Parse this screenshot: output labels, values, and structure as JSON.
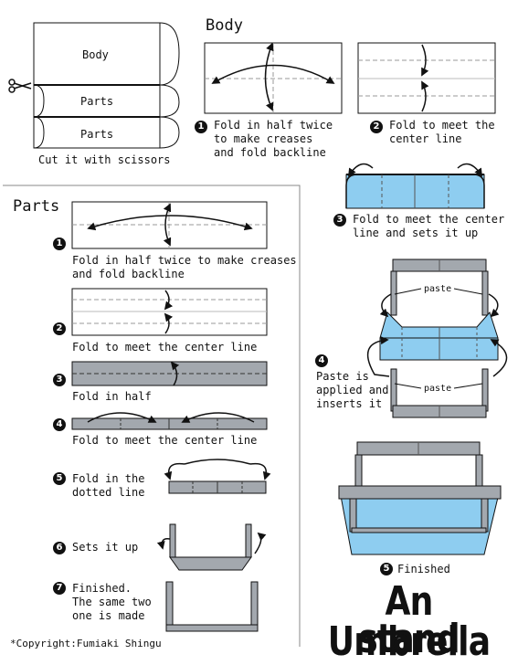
{
  "intro": {
    "label_body": "Body",
    "label_parts_1": "Parts",
    "label_parts_2": "Parts",
    "caption": "Cut it with scissors",
    "scissors_icon": "scissors-icon"
  },
  "body_section": {
    "heading": "Body",
    "steps": [
      {
        "number": "1",
        "text": "Fold in half twice\nto make creases\nand fold backline"
      },
      {
        "number": "2",
        "text": "Fold to meet the\ncenter line"
      },
      {
        "number": "3",
        "text": "Fold to meet the center\nline and sets it up"
      },
      {
        "number": "4",
        "text": "Paste is\napplied and\ninserts it"
      },
      {
        "number": "5",
        "text": "Finished"
      }
    ],
    "paste_label_1": "paste",
    "paste_label_2": "paste"
  },
  "parts_section": {
    "heading": "Parts",
    "steps": [
      {
        "number": "1",
        "text": "Fold in half twice to make creases\nand fold backline"
      },
      {
        "number": "2",
        "text": "Fold to meet the center line"
      },
      {
        "number": "3",
        "text": "Fold in half"
      },
      {
        "number": "4",
        "text": "Fold to meet the center line"
      },
      {
        "number": "5",
        "text": "Fold in the\ndotted line"
      },
      {
        "number": "6",
        "text": "Sets it up"
      },
      {
        "number": "7",
        "text": "Finished.\nThe same two\none is made"
      }
    ]
  },
  "title": {
    "line1": "An Umbrella",
    "line2": "stand"
  },
  "copyright": "*Copyright:Fumiaki Shingu",
  "colors": {
    "blue": "#8ecdf0",
    "gray": "#a3a8ae",
    "dark": "#111111",
    "crease": "#999999"
  }
}
